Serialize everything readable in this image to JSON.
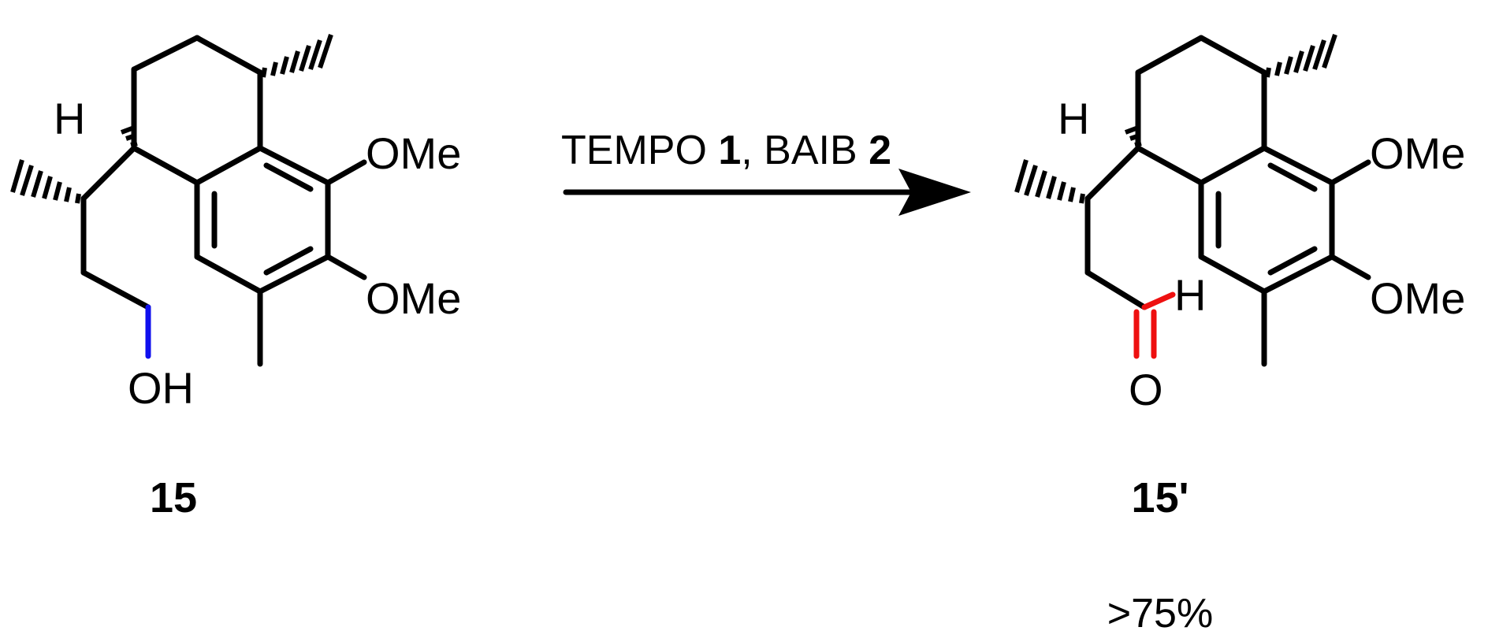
{
  "reaction": {
    "reagents": {
      "prefix": "TEMPO ",
      "reagent1_number": "1",
      "separator": ", BAIB ",
      "reagent2_number": "2"
    },
    "yield": ">75%"
  },
  "starting_material": {
    "label": "15",
    "substituent1": "OMe",
    "substituent2": "OMe",
    "stereo_h": "H",
    "alcohol_group": "OH",
    "alcohol_color": "#1010ee"
  },
  "product": {
    "label": "15'",
    "substituent1": "OMe",
    "substituent2": "OMe",
    "stereo_h": "H",
    "aldehyde_h": "H",
    "aldehyde_o": "O",
    "aldehyde_color": "#ee1010"
  }
}
